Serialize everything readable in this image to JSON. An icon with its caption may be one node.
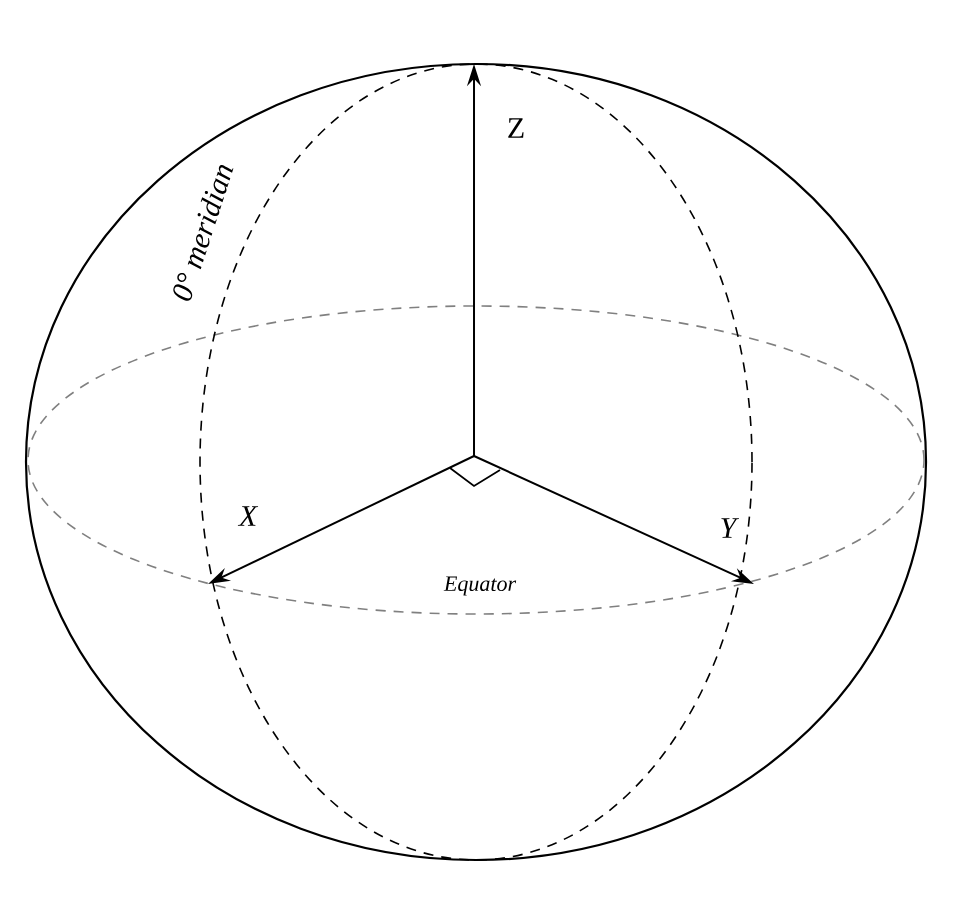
{
  "diagram": {
    "labels": [
      "Z",
      "0° meridian",
      "X",
      "Y",
      "Equator"
    ]
  }
}
